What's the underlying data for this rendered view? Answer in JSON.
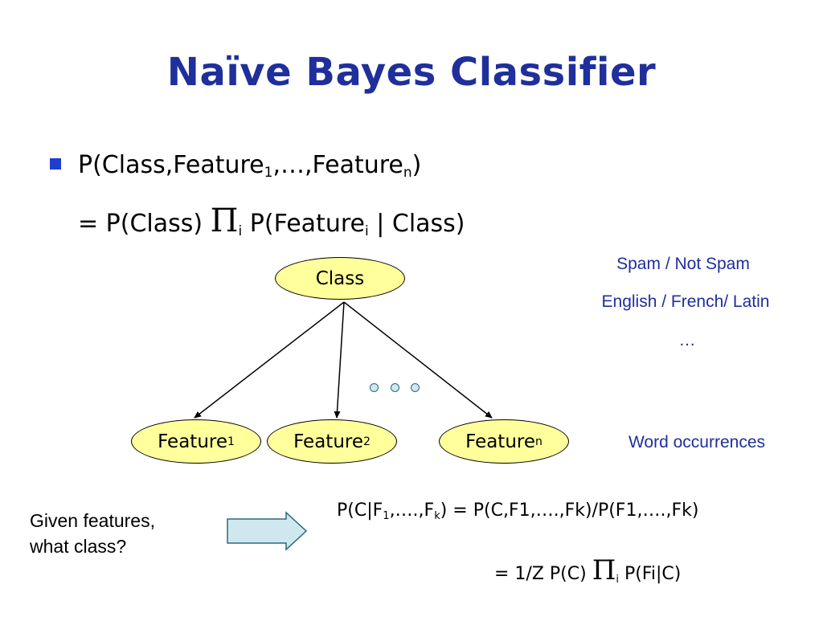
{
  "title": "Naïve Bayes Classifier",
  "equation": {
    "line1_prefix": "P(Class,Feature",
    "line1_sub1": "1",
    "line1_mid": ",…,Feature",
    "line1_subn": "n",
    "line1_suffix": ")",
    "line2_prefix": "= P(Class) ",
    "line2_pi": "Π",
    "line2_sub_i": "i",
    "line2_mid": " P(Feature",
    "line2_sub_i2": "i",
    "line2_suffix": " | Class)"
  },
  "side_labels": {
    "spam": "Spam / Not Spam",
    "language": "English / French/ Latin",
    "ellipsis": "…",
    "word_occurrences": "Word occurrences"
  },
  "graph": {
    "class_node": "Class",
    "feature_label": "Feature",
    "feature1_sub": "1",
    "feature2_sub": "2",
    "featuren_sub": "n"
  },
  "question": {
    "line1": "Given features,",
    "line2": "what class?"
  },
  "formula": {
    "l1_a": "P(C|F",
    "l1_sub1": "1",
    "l1_b": ",….,F",
    "l1_subk": "k",
    "l1_c": ") = P(C,F1,….,Fk)/P(F1,….,Fk)",
    "l2_a": "= 1/Z P(C) ",
    "l2_pi": "Π",
    "l2_sub": "i",
    "l2_b": " P(Fi|C)"
  },
  "colors": {
    "title": "#1f2f9c",
    "node_fill": "#ffff9c",
    "arrow_fill": "#cfe8ef",
    "side_text": "#1f2f9c"
  }
}
